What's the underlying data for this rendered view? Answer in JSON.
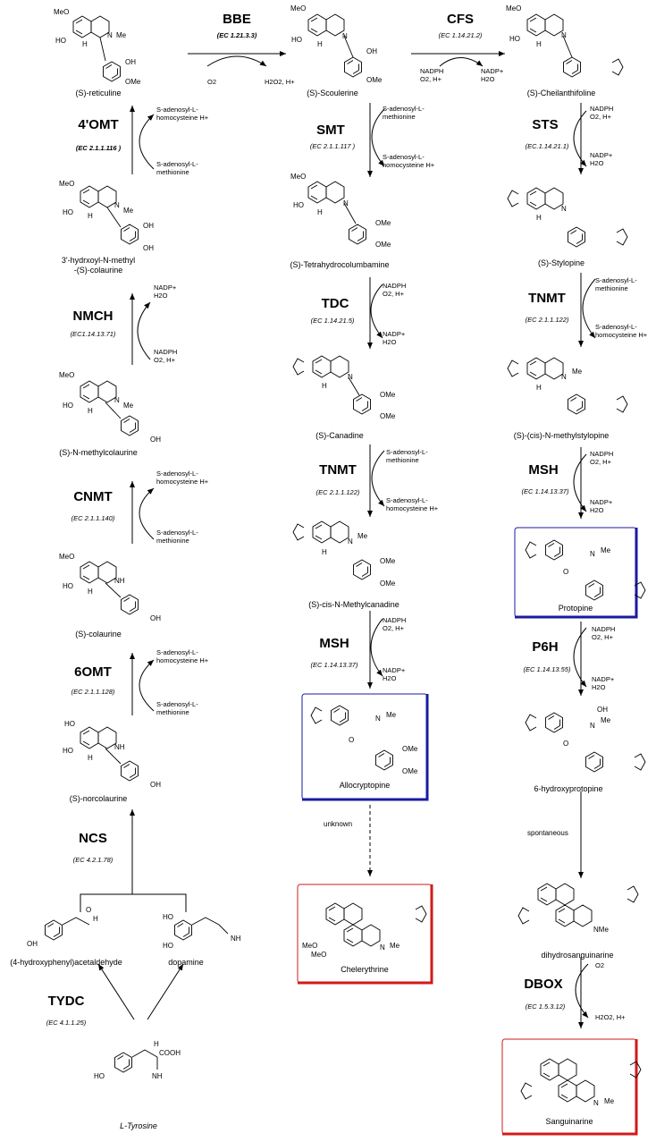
{
  "compounds": {
    "reticuline": "(S)-reticuline",
    "scoulerine": "(S)-Scoulerine",
    "cheilanthifoline": "(S)-Cheilanthifoline",
    "hydroxy_methylcoclaurine_1": "3'-hydrxoyl-N-methyl",
    "hydroxy_methylcoclaurine_2": "-(S)-colaurine",
    "tetrahydrocolumbamine": "(S)-Tetrahydrocolumbamine",
    "stylopine": "(S)-Stylopine",
    "methylcolaurine": "(S)-N-methylcolaurine",
    "canadine": "(S)-Canadine",
    "methylstylopine": "(S)-(cis)-N-methylstylopine",
    "colaurine": "(S)-colaurine",
    "methylcanadine": "(S)-cis-N-Methylcanadine",
    "protopine": "Protopine",
    "norcolaurine": "(S)-norcolaurine",
    "allocryptopine": "Allocryptopine",
    "hydroxyprotopine": "6-hydroxyprotopine",
    "hpaa": "(4-hydroxyphenyl)acetaldehyde",
    "dopamine": "dopamine",
    "chelerythrine": "Chelerythrine",
    "dihydrosanguinarine": "dihydrosanguinarine",
    "tyrosine": "L-Tyrosine",
    "sanguinarine": "Sanguinarine"
  },
  "enzymes": {
    "BBE": {
      "name": "BBE",
      "ec": "(EC 1.21.3.3)"
    },
    "CFS": {
      "name": "CFS",
      "ec": "(EC 1.14.21.2)"
    },
    "OMT4": {
      "name": "4'OMT",
      "ec": "(EC 2.1.1.116 )"
    },
    "SMT": {
      "name": "SMT",
      "ec": "(EC 2.1.1.117 )"
    },
    "STS": {
      "name": "STS",
      "ec": "(EC.1.14.21.1)"
    },
    "NMCH": {
      "name": "NMCH",
      "ec": "(EC1.14.13.71)"
    },
    "TDC": {
      "name": "TDC",
      "ec": "(EC 1.14.21.5)"
    },
    "TNMT1": {
      "name": "TNMT",
      "ec": "(EC 2.1.1.122)"
    },
    "TNMT2": {
      "name": "TNMT",
      "ec": "(EC 2.1.1.122)"
    },
    "CNMT": {
      "name": "CNMT",
      "ec": "(EC 2.1.1.140)"
    },
    "MSH1": {
      "name": "MSH",
      "ec": "(EC 1.14.13.37)"
    },
    "MSH2": {
      "name": "MSH",
      "ec": "(EC 1.14.13.37)"
    },
    "OMT6": {
      "name": "6OMT",
      "ec": "(EC 2.1.1.128)"
    },
    "P6H": {
      "name": "P6H",
      "ec": "(EC 1.14.13.55)"
    },
    "NCS": {
      "name": "NCS",
      "ec": "(EC 4.2.1.78)"
    },
    "TYDC": {
      "name": "TYDC",
      "ec": "(EC 4.1.1.25)"
    },
    "DBOX": {
      "name": "DBOX",
      "ec": "(EC 1.5.3.12)"
    }
  },
  "cofactors": {
    "sah_1": "S-adenosyl-L-",
    "sah_2": "homocysteine H+",
    "sam_1": "S-adenosyl-L-",
    "sam_2": "methionine",
    "nadph": "NADPH",
    "o2h": "O2, H+",
    "nadp": "NADP+",
    "h2o": "H2O",
    "o2": "O2",
    "h2o2h": "H2O2, H+"
  },
  "labels": {
    "unknown": "unknown",
    "spontaneous": "spontaneous"
  },
  "colors": {
    "blue_box": "#1a1aa0",
    "red_box": "#d11a1a",
    "line": "#000000"
  }
}
